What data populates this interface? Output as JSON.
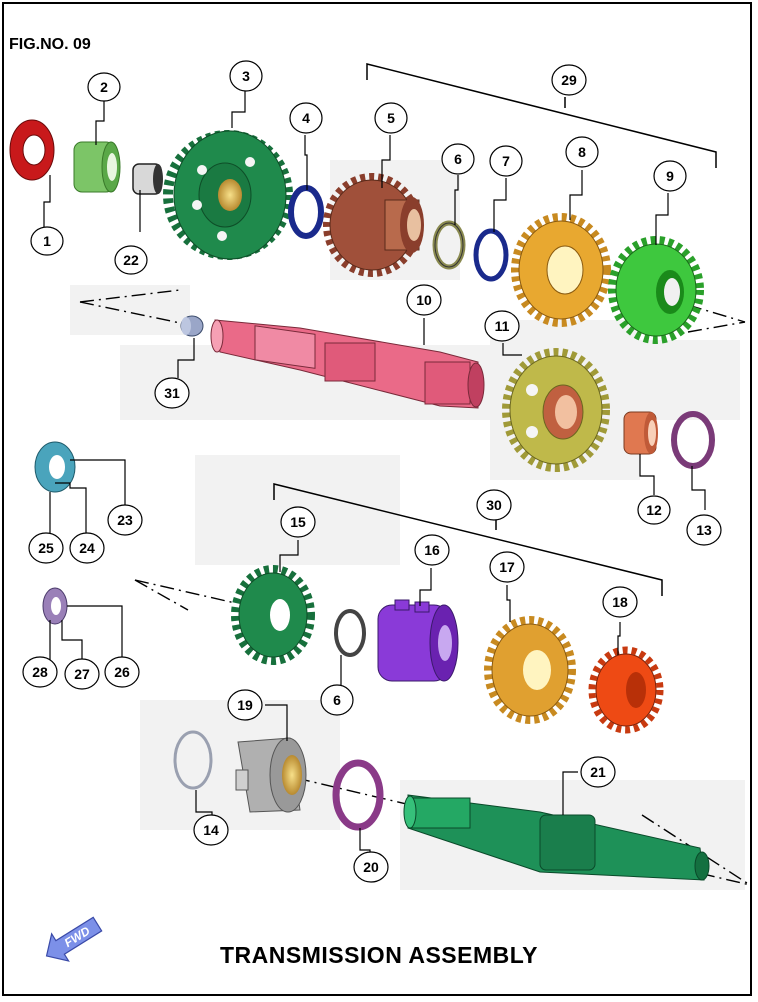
{
  "figure_no": "FIG.NO. 09",
  "title": "TRANSMISSION ASSEMBLY",
  "fwd_label": "FWD",
  "callouts": {
    "c1": "1",
    "c2": "2",
    "c3": "3",
    "c4": "4",
    "c5": "5",
    "c6a": "6",
    "c7": "7",
    "c8": "8",
    "c9": "9",
    "c10": "10",
    "c11": "11",
    "c12": "12",
    "c13": "13",
    "c14": "14",
    "c15": "15",
    "c6b": "6",
    "c16": "16",
    "c17": "17",
    "c18": "18",
    "c19": "19",
    "c20": "20",
    "c21": "21",
    "c22": "22",
    "c23": "23",
    "c24": "24",
    "c25": "25",
    "c26": "26",
    "c27": "27",
    "c28": "28",
    "c29": "29",
    "c30": "30",
    "c31": "31"
  },
  "colors": {
    "red_washer": "#c8191b",
    "green_bush": "#7cc567",
    "dark_green_gear": "#1f8a4c",
    "navy_circlip": "#1a2a8c",
    "brown_gear": "#a0503a",
    "olive_circlip": "#8a8a50",
    "gold_gear": "#e8a830",
    "bright_green_gear": "#3ec83e",
    "pink_shaft": "#ea6a88",
    "olive_gear": "#bfb94a",
    "copper_bush": "#e07850",
    "purple_washer": "#7a3a78",
    "teal_washer": "#4aa4bc",
    "lavender_washer": "#9a80b8",
    "violet_gear": "#8a3ad8",
    "orange_gear": "#ee4a14",
    "grey_sleeve": "#b0b0b0",
    "shaft_green": "#1e9158",
    "fwd_arrow": "#7c90e8"
  }
}
